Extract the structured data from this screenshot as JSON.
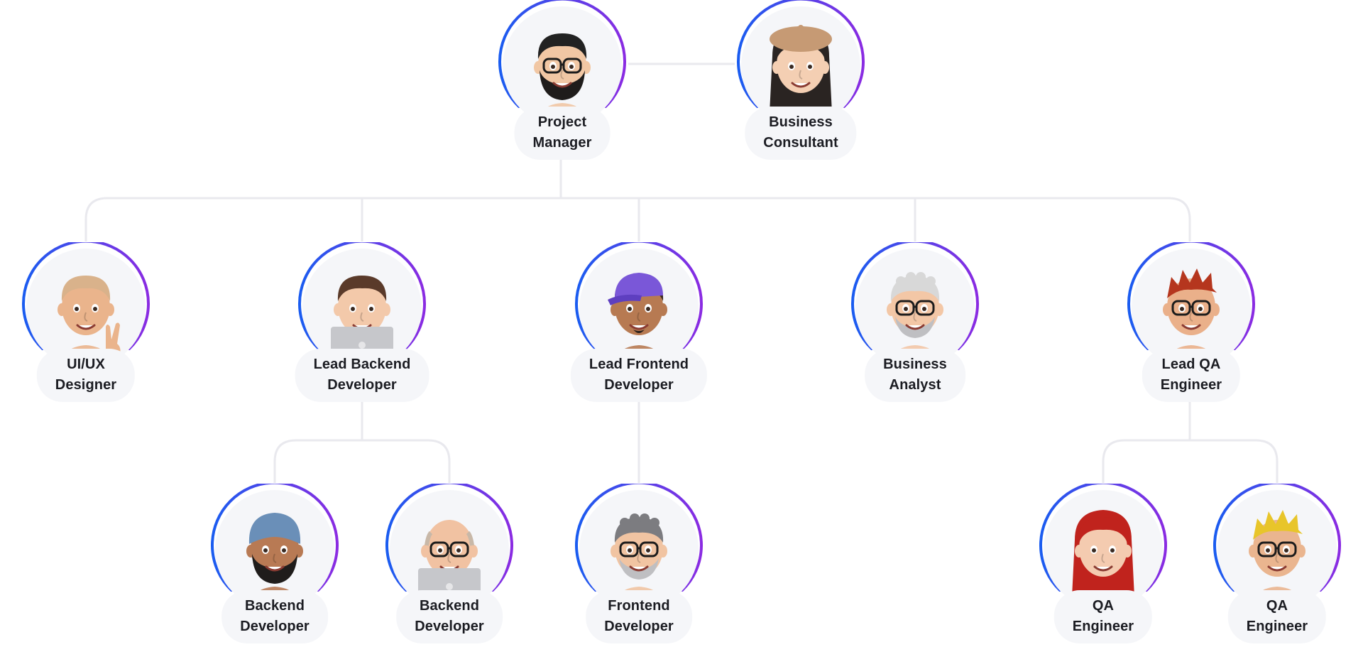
{
  "colors": {
    "ring_start": "#1a5cf0",
    "ring_end": "#8a2be2",
    "connector": "#e9e9ee",
    "pill": "#f5f6f9",
    "text": "#1b1c22"
  },
  "org_chart": {
    "members": [
      {
        "id": "project-manager",
        "label_lines": [
          "Project",
          "Manager"
        ],
        "avatar": "bearded-man-glasses-avatar",
        "skin": "#f1c7a4",
        "hair": "#222222",
        "beard": true,
        "glasses": true
      },
      {
        "id": "business-consultant",
        "label_lines": [
          "Business",
          "Consultant"
        ],
        "avatar": "woman-beret-avatar",
        "skin": "#f4cfb3",
        "hair": "#2a2422",
        "hat": "#c69a74"
      },
      {
        "id": "ui-ux-designer",
        "label_lines": [
          "UI/UX",
          "Designer"
        ],
        "avatar": "woman-peace-sign-avatar",
        "skin": "#eab48c",
        "hair": "#d9b28b"
      },
      {
        "id": "lead-backend-developer",
        "label_lines": [
          "Lead Backend",
          "Developer"
        ],
        "avatar": "man-laptop-avatar",
        "skin": "#f3c9aa",
        "hair": "#5a3a2a",
        "laptop": true
      },
      {
        "id": "lead-frontend-developer",
        "label_lines": [
          "Lead Frontend",
          "Developer"
        ],
        "avatar": "man-purple-cap-avatar",
        "skin": "#b77a52",
        "hair": "#3a2a20",
        "cap": "#7a57d8",
        "goatee": true
      },
      {
        "id": "business-analyst",
        "label_lines": [
          "Business",
          "Analyst"
        ],
        "avatar": "older-man-white-hair-avatar",
        "skin": "#f3c7a6",
        "hair": "#d8d8d8",
        "glasses": true,
        "beard_gray": true
      },
      {
        "id": "lead-qa-engineer",
        "label_lines": [
          "Lead QA",
          "Engineer"
        ],
        "avatar": "man-red-hair-glasses-avatar",
        "skin": "#eab08a",
        "hair": "#b5361e",
        "glasses": true
      },
      {
        "id": "backend-developer-1",
        "label_lines": [
          "Backend",
          "Developer"
        ],
        "avatar": "man-beanie-beard-avatar",
        "skin": "#b87a54",
        "hair": "#1d1a18",
        "hat": "#6a8fb8",
        "beard": true
      },
      {
        "id": "backend-developer-2",
        "label_lines": [
          "Backend",
          "Developer"
        ],
        "avatar": "bald-man-laptop-avatar",
        "skin": "#f1c2a2",
        "hair": "#c8b8a8",
        "glasses": true,
        "laptop": true
      },
      {
        "id": "frontend-developer",
        "label_lines": [
          "Frontend",
          "Developer"
        ],
        "avatar": "gray-hair-man-glasses-avatar",
        "skin": "#f1c4a2",
        "hair": "#7c7c80",
        "glasses": true,
        "beard_gray": true
      },
      {
        "id": "qa-engineer-1",
        "label_lines": [
          "QA",
          "Engineer"
        ],
        "avatar": "woman-red-hair-avatar",
        "skin": "#f4cbb0",
        "hair": "#c0231d"
      },
      {
        "id": "qa-engineer-2",
        "label_lines": [
          "QA",
          "Engineer"
        ],
        "avatar": "man-blond-hair-glasses-avatar",
        "skin": "#eab58f",
        "hair": "#e8c52a",
        "glasses": true
      }
    ]
  }
}
